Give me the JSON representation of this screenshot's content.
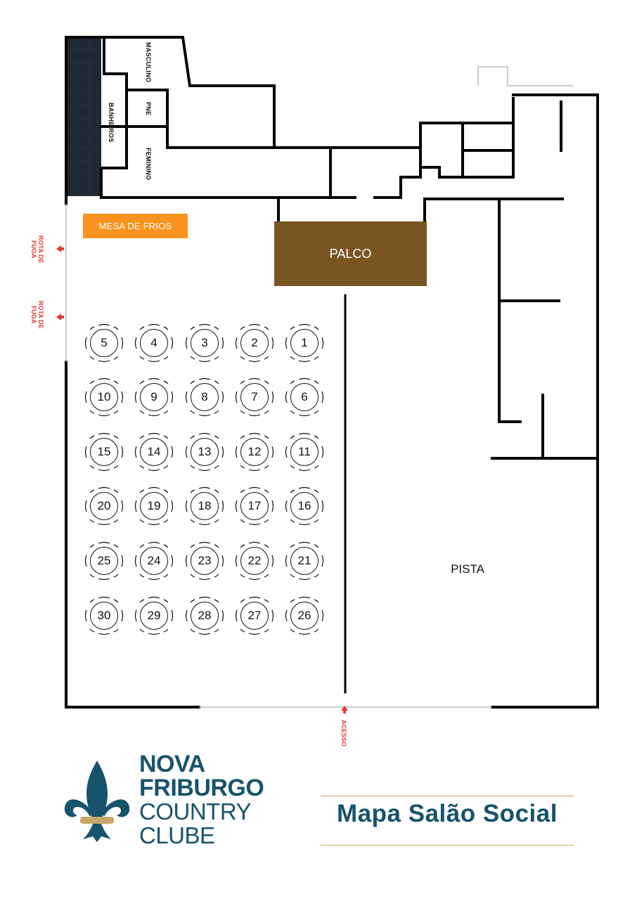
{
  "rooms": {
    "masculino": "MASCULINO",
    "pne": "PNE",
    "feminino": "FEMININO",
    "banheiros": "BANHEIROS"
  },
  "areas": {
    "mesa_de_frios": "MESA DE FRIOS",
    "palco": "PALCO",
    "pista": "PISTA"
  },
  "exits": {
    "rota_1": "ROTA DE FUGA",
    "rota_2": "ROTA DE FUGA",
    "acesso": "ACESSO"
  },
  "tables": {
    "row1": [
      "5",
      "4",
      "3",
      "2",
      "1"
    ],
    "row2": [
      "10",
      "9",
      "8",
      "7",
      "6"
    ],
    "row3": [
      "15",
      "14",
      "13",
      "12",
      "11"
    ],
    "row4": [
      "20",
      "19",
      "18",
      "17",
      "16"
    ],
    "row5": [
      "25",
      "24",
      "23",
      "22",
      "21"
    ],
    "row6": [
      "30",
      "29",
      "28",
      "27",
      "26"
    ]
  },
  "branding": {
    "line1": "NOVA",
    "line2": "FRIBURGO",
    "line3": "COUNTRY",
    "line4": "CLUBE",
    "map_title": "Mapa Salão Social"
  },
  "colors": {
    "accent_orange": "#f7931e",
    "stage_brown": "#7a5524",
    "exit_red": "#e53935",
    "brand_blue": "#17536b",
    "brand_gold": "#c9a86a"
  }
}
